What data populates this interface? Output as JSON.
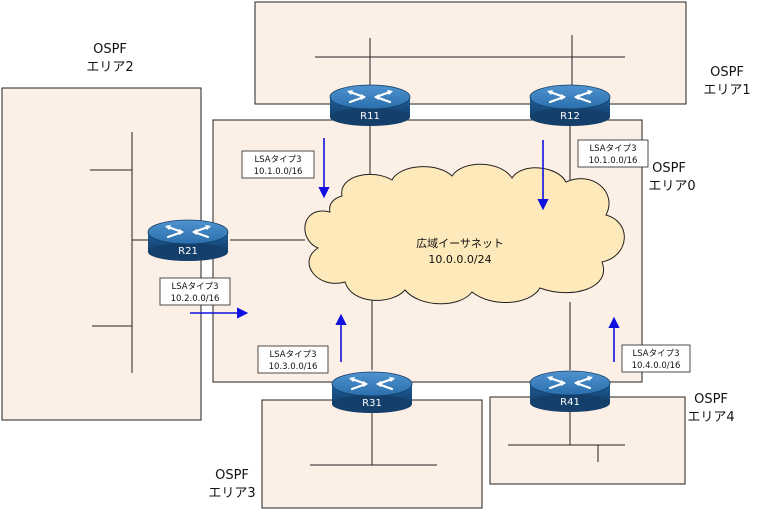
{
  "areas": {
    "area0": {
      "line1": "OSPF",
      "line2": "エリア0"
    },
    "area1": {
      "line1": "OSPF",
      "line2": "エリア1"
    },
    "area2": {
      "line1": "OSPF",
      "line2": "エリア2"
    },
    "area3": {
      "line1": "OSPF",
      "line2": "エリア3"
    },
    "area4": {
      "line1": "OSPF",
      "line2": "エリア4"
    }
  },
  "cloud": {
    "name": "広域イーサネット",
    "network": "10.0.0.0/24"
  },
  "routers": {
    "r11": "R11",
    "r12": "R12",
    "r21": "R21",
    "r31": "R31",
    "r41": "R41"
  },
  "lsa": {
    "r11": {
      "type": "LSAタイプ3",
      "network": "10.1.0.0/16"
    },
    "r12": {
      "type": "LSAタイプ3",
      "network": "10.1.0.0/16"
    },
    "r21": {
      "type": "LSAタイプ3",
      "network": "10.2.0.0/16"
    },
    "r31": {
      "type": "LSAタイプ3",
      "network": "10.3.0.0/16"
    },
    "r41": {
      "type": "LSAタイプ3",
      "network": "10.4.0.0/16"
    }
  },
  "colors": {
    "area_fill": "#fcefe6",
    "cloud_fill": "#fde9b9",
    "router_fill": "#1f5f9b",
    "arrow": "#1010e0"
  }
}
